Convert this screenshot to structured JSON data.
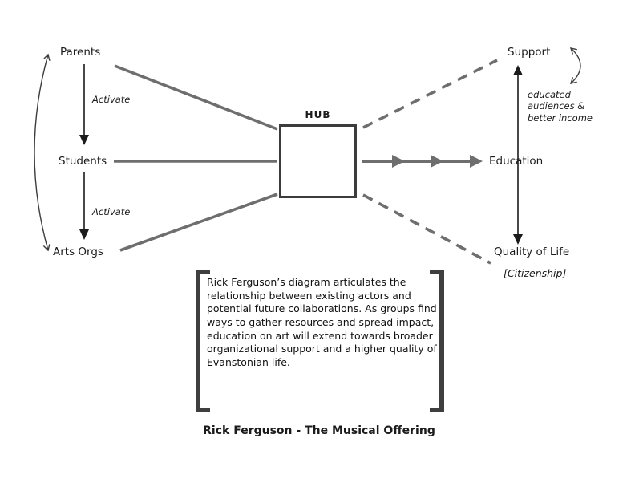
{
  "diagram": {
    "left": {
      "parents": "Parents",
      "activate_top": "Activate",
      "students": "Students",
      "activate_bottom": "Activate",
      "arts_orgs": "Arts Orgs"
    },
    "hub": {
      "label": "HUB"
    },
    "right": {
      "support": "Support",
      "education": "Education",
      "quality_of_life": "Quality of Life",
      "citizenship": "[Citizenship]",
      "benefit_lines": [
        "educated",
        "audiences &",
        "better income"
      ]
    },
    "note": {
      "paragraph": "Rick Ferguson’s diagram articulates the relationship between existing actors and potential future collaborations. As groups find ways to gather resources and spread impact, education on art will extend towards broader organizational support and a higher quality of Evanstonian life.",
      "caption": "Rick Ferguson - The Musical Offering"
    },
    "colors": {
      "line_gray": "#6e6e6e",
      "ink": "#1b1b1b",
      "bracket": "#3f3f3f"
    }
  }
}
